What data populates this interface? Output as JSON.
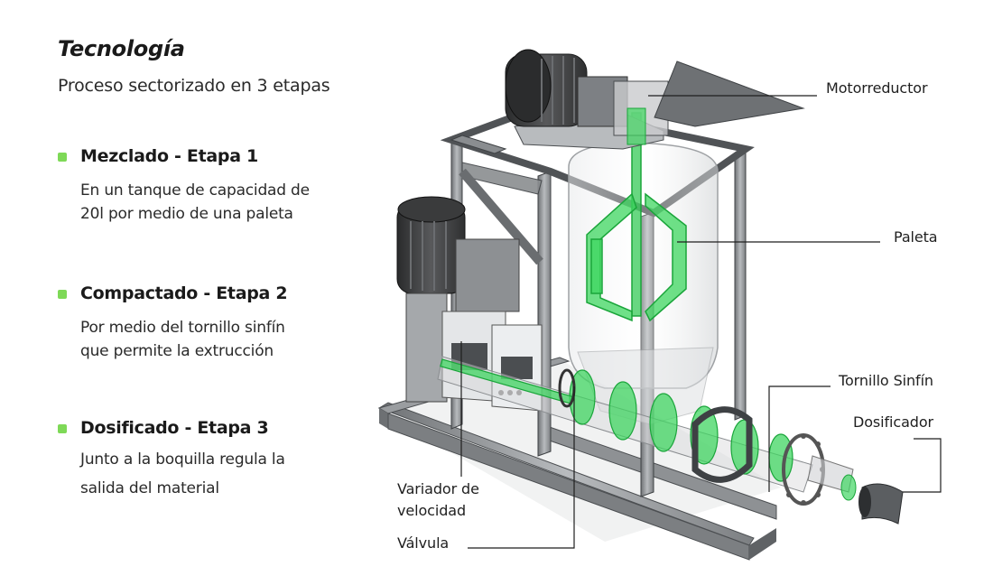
{
  "header": {
    "title": "Tecnología",
    "subtitle": "Proceso sectorizado en 3 etapas"
  },
  "stages": [
    {
      "title": "Mezclado - Etapa 1",
      "lines": [
        "En un tanque de capacidad de",
        "20l por medio de una paleta"
      ]
    },
    {
      "title": "Compactado - Etapa 2",
      "lines": [
        "Por medio del tornillo sinfín",
        "que permite la extrucción"
      ]
    },
    {
      "title": "Dosificado - Etapa 3",
      "lines": [
        "Junto a la boquilla regula la",
        "salida del material"
      ]
    }
  ],
  "callouts": {
    "motorreductor": "Motorreductor",
    "paleta": "Paleta",
    "tornillo": "Tornillo Sinfín",
    "dosificador": "Dosificador",
    "variador_line1": "Variador de",
    "variador_line2": "velocidad",
    "valvula": "Válvula"
  },
  "colors": {
    "accent_green": "#7ed957",
    "component_green": "#39d353",
    "frame": "#8a8d90"
  }
}
